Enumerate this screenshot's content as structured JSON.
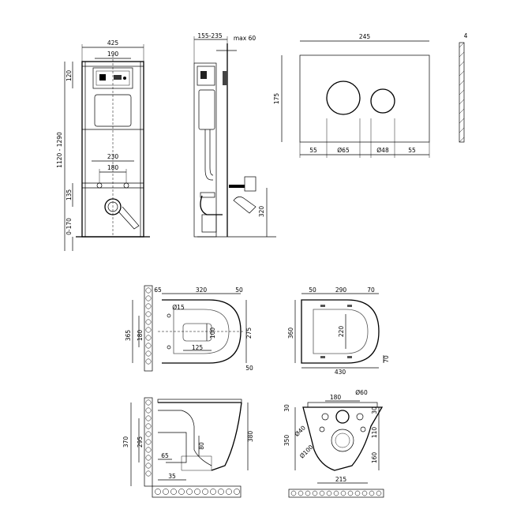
{
  "frame_front": {
    "width": "425",
    "inner": "190",
    "top": "120",
    "height": "1120 - 1290",
    "pipes": "230",
    "studs": "180",
    "bottom_outlet": "135",
    "feet": "0-170"
  },
  "frame_side": {
    "depth": "155-235",
    "wall": "max 60",
    "outlet_height": "320"
  },
  "button_plate": {
    "width": "245",
    "height": "175",
    "edge_left": "55",
    "big_button": "Ø65",
    "small_button": "Ø48",
    "edge_right": "55",
    "thickness": "4"
  },
  "bowl_top": {
    "offset": "65",
    "length": "320",
    "rear": "50",
    "hole": "Ø15",
    "overall": "365",
    "inner": "180",
    "stud_span": "275",
    "depth": "100",
    "seat": "125",
    "front": "50"
  },
  "seat_top": {
    "left": "50",
    "length": "290",
    "right": "70",
    "height": "360",
    "inner": "220",
    "width": "430",
    "thickness": "70"
  },
  "bowl_side": {
    "height_total": "370",
    "rim": "295",
    "bowl_height": "380",
    "trap_depth": "80",
    "water": "65",
    "outlet": "35"
  },
  "bowl_rear": {
    "stud_span": "180",
    "outlet": "Ø60",
    "top_gap": "30",
    "bottom_gap": "30",
    "stud": "Ø40",
    "pipe": "Ø100",
    "height": "350",
    "mid": "110",
    "low": "160",
    "base": "215"
  }
}
